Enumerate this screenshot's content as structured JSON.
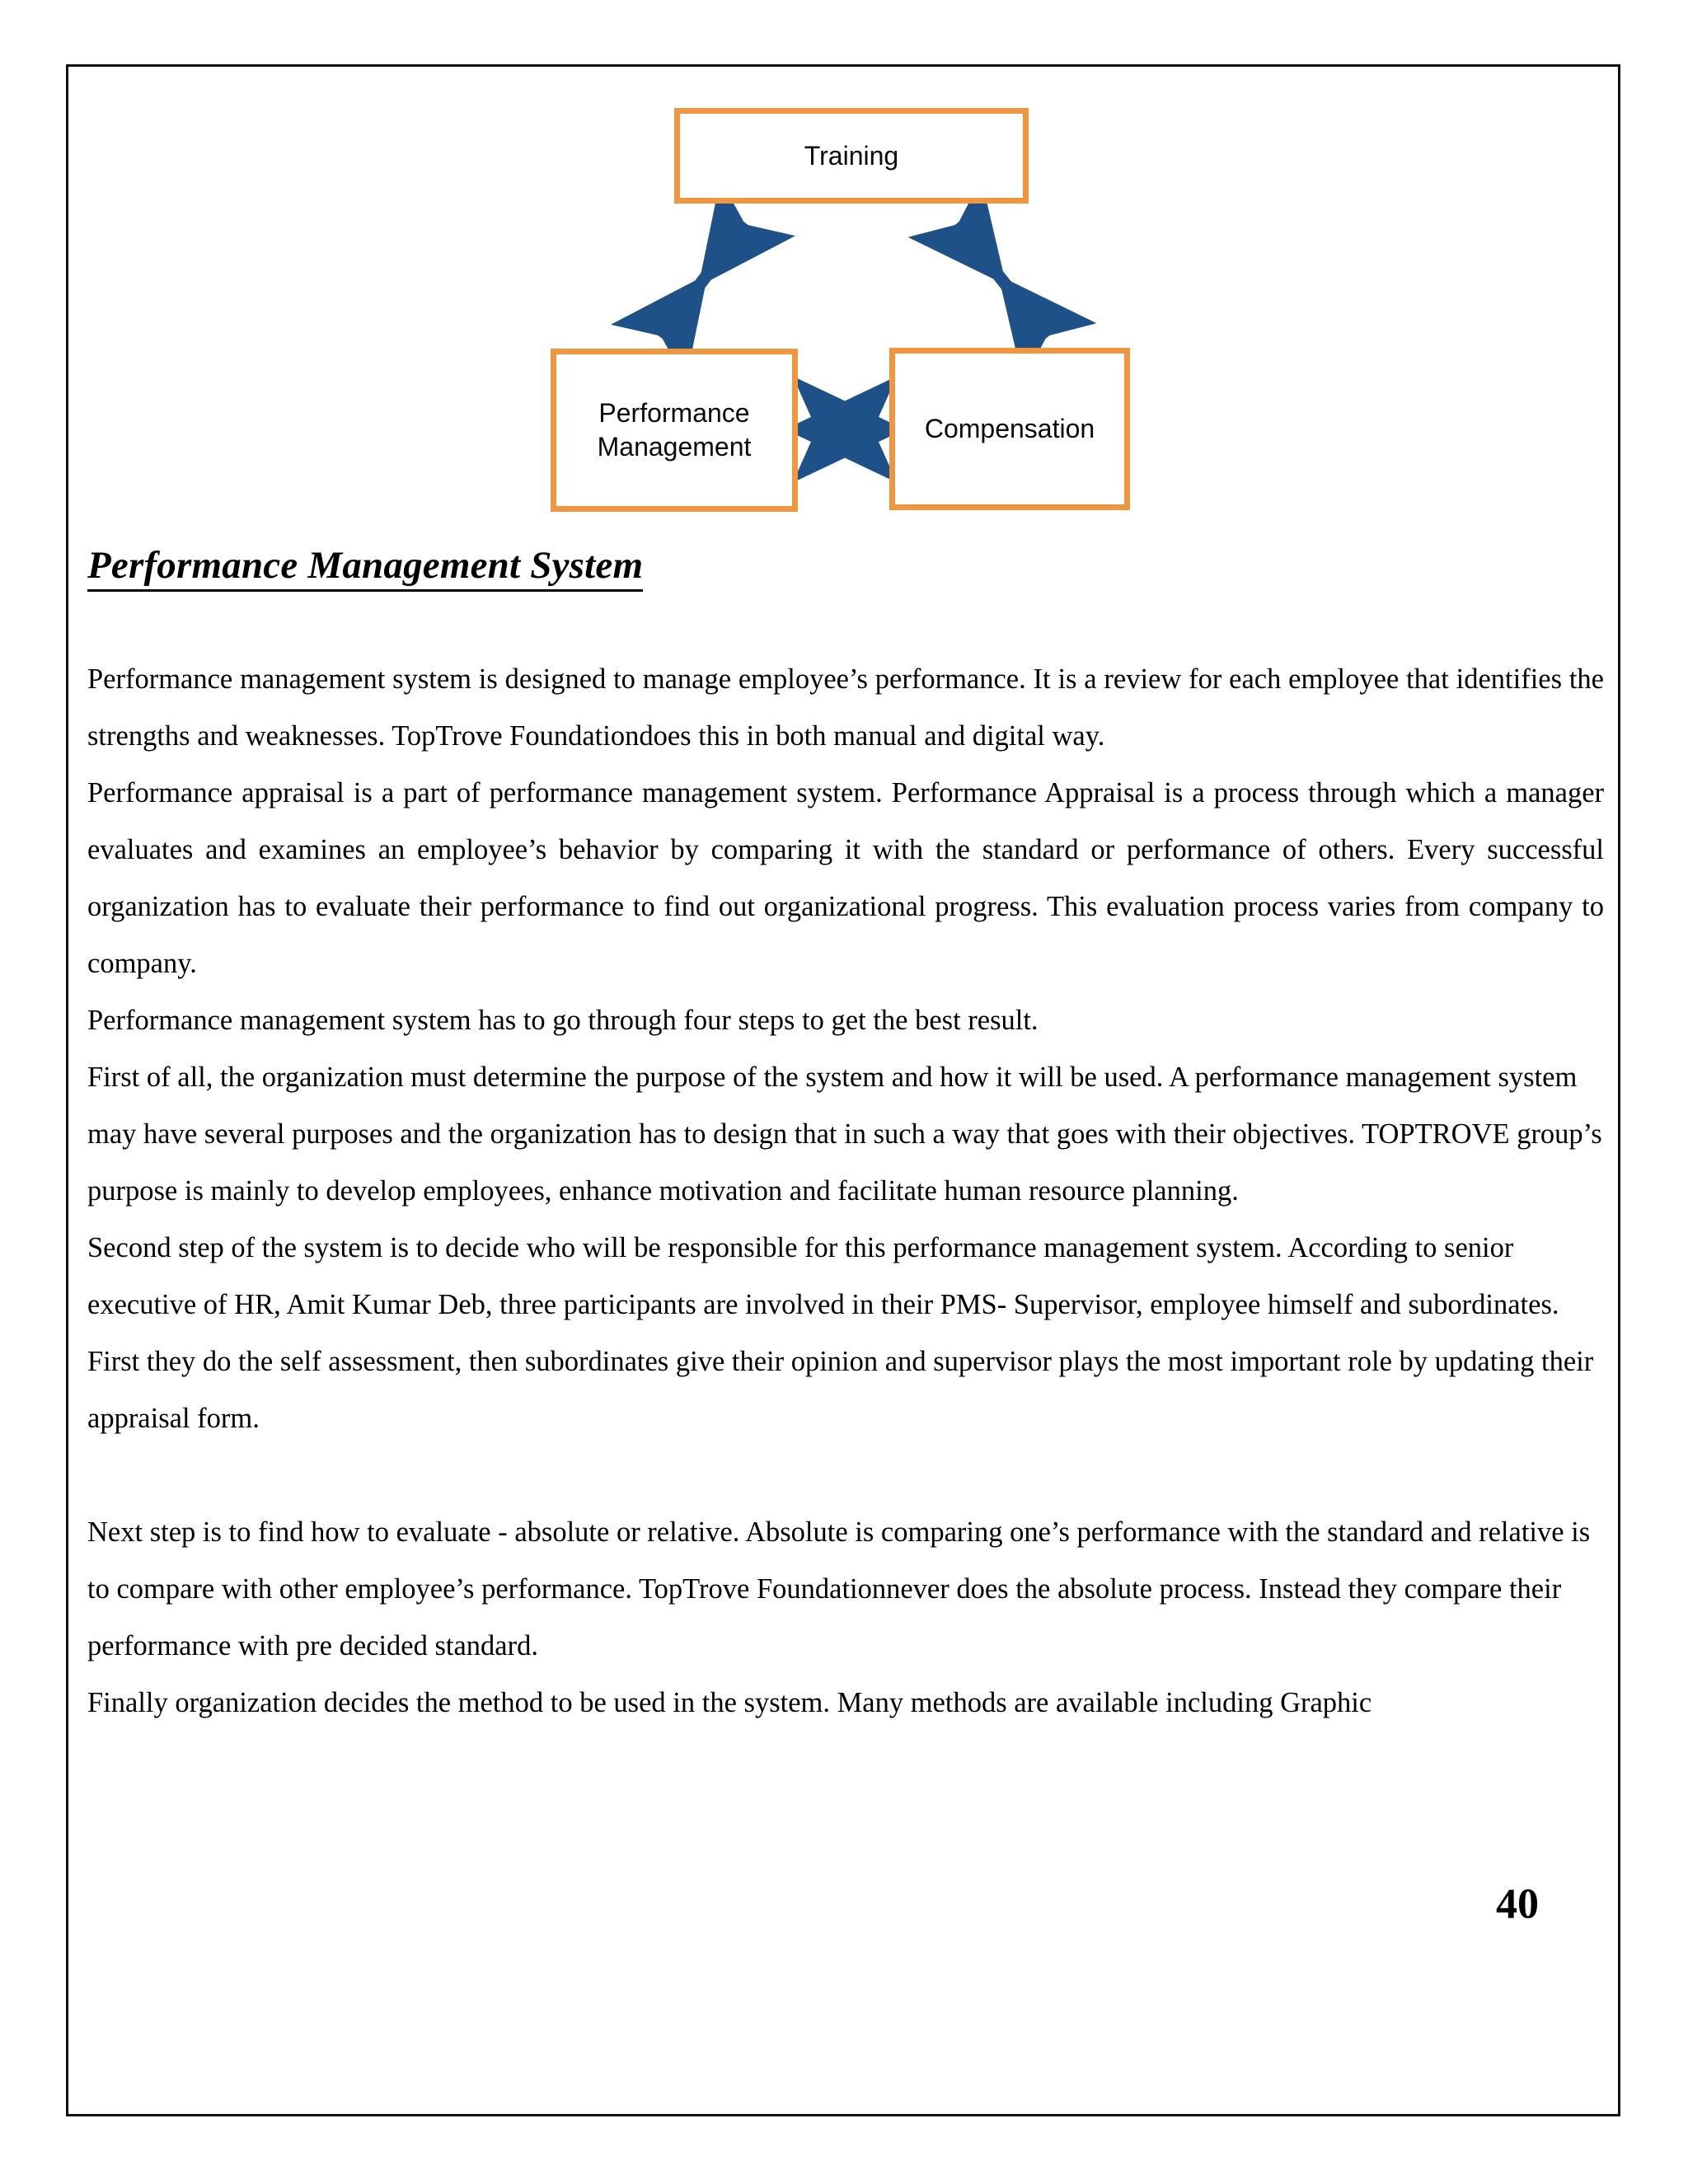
{
  "page": {
    "number": "40",
    "border_color": "#111111",
    "background": "#ffffff"
  },
  "diagram": {
    "name": "hr-triangle-diagram",
    "box_border_color": "#F0963E",
    "arrow_color": "#1F5189",
    "boxes": [
      {
        "id": "training",
        "label": "Training"
      },
      {
        "id": "performance-management",
        "label": "Performance\nManagement"
      },
      {
        "id": "compensation",
        "label": "Compensation"
      }
    ],
    "connectors": [
      {
        "from": "performance-management",
        "to": "training",
        "style": "double-headed"
      },
      {
        "from": "training",
        "to": "compensation",
        "style": "double-headed"
      },
      {
        "from": "performance-management",
        "to": "compensation",
        "style": "double-headed"
      }
    ]
  },
  "heading": "Performance Management System",
  "paragraphs": [
    "Performance management system is designed to manage employee’s performance. It is a review for each employee that identifies the strengths and weaknesses. TopTrove Foundationdoes this in both manual and digital way.",
    "Performance appraisal is a part of performance management system. Performance Appraisal is a process through which a manager evaluates and examines an employee’s behavior by comparing it with the standard or performance of others. Every successful organization has to evaluate their performance to find out organizational progress. This evaluation process varies from company to company.",
    "Performance management system has to go through four steps to get the best result.",
    "First of all, the organization must determine the purpose of the system and how it will be used. A performance management system may have several purposes and the organization has to design that in such a way that goes with their objectives. TOPTROVE group’s purpose is mainly to develop employees, enhance motivation and facilitate human resource planning.",
    "Second step of the system is to decide who will be responsible for this performance management system. According to senior executive of HR, Amit Kumar Deb, three participants are involved in their PMS- Supervisor, employee himself and subordinates. First they do the self assessment, then subordinates give their opinion and supervisor plays the most important role by updating their appraisal form.",
    "Next step is to find how to evaluate - absolute or relative. Absolute is comparing one’s performance with the standard and relative is to compare with other employee’s performance. TopTrove Foundationnever does the absolute process. Instead they compare their performance with pre decided standard.",
    "Finally organization decides the method to be used in the system. Many methods are available including Graphic"
  ]
}
